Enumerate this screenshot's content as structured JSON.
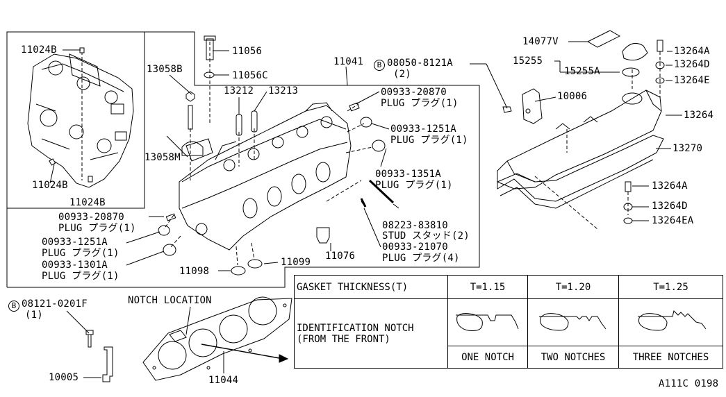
{
  "labels": {
    "p11024B_top": "11024B",
    "p11024B_mid": "11024B",
    "p11024B_bot": "11024B",
    "p11056": "11056",
    "p11056C": "11056C",
    "p13058B": "13058B",
    "p13058M": "13058M",
    "p13212": "13212",
    "p13213": "13213",
    "p11041": "11041",
    "bolt_08050": "08050-8121A",
    "bolt_08050_qty": "(2)",
    "plug_20870_top": "00933-20870",
    "plug_20870_top_desc": "PLUG プラグ(1)",
    "plug_1251A_right": "00933-1251A",
    "plug_1251A_right_desc": "PLUG プラグ(1)",
    "plug_1351A": "00933-1351A",
    "plug_1351A_desc": "PLUG プラグ(1)",
    "stud_83810": "08223-83810",
    "stud_83810_desc": "STUD スタッド(2)",
    "plug_21070": "00933-21070",
    "plug_21070_desc": "PLUG プラグ(4)",
    "p11076": "11076",
    "p11098": "11098",
    "p11099": "11099",
    "plug_20870_left": "00933-20870",
    "plug_20870_left_desc": "PLUG プラグ(1)",
    "plug_1251A_left": "00933-1251A",
    "plug_1251A_left_desc": "PLUG プラグ(1)",
    "plug_1301A": "00933-1301A",
    "plug_1301A_desc": "PLUG プラグ(1)",
    "p14077V": "14077V",
    "p15255": "15255",
    "p15255A": "15255A",
    "p10006": "10006",
    "p13264A_top": "13264A",
    "p13264D_top": "13264D",
    "p13264E_top": "13264E",
    "p13264": "13264",
    "p13270": "13270",
    "p13264A_bot": "13264A",
    "p13264D_bot": "13264D",
    "p13264EA": "13264EA",
    "bolt_08121": "08121-0201F",
    "bolt_08121_qty": "(1)",
    "notch_location": "NOTCH LOCATION",
    "p10005": "10005",
    "p11044": "11044",
    "diagram_code": "A111C 0198",
    "b_marker": "B"
  },
  "gasket_table": {
    "header": "GASKET THICKNESS(T)",
    "row_label_1": "IDENTIFICATION NOTCH",
    "row_label_2": "(FROM THE FRONT)",
    "columns": [
      {
        "thickness": "T=1.15",
        "notch": "ONE NOTCH"
      },
      {
        "thickness": "T=1.20",
        "notch": "TWO NOTCHES"
      },
      {
        "thickness": "T=1.25",
        "notch": "THREE NOTCHES"
      }
    ]
  }
}
